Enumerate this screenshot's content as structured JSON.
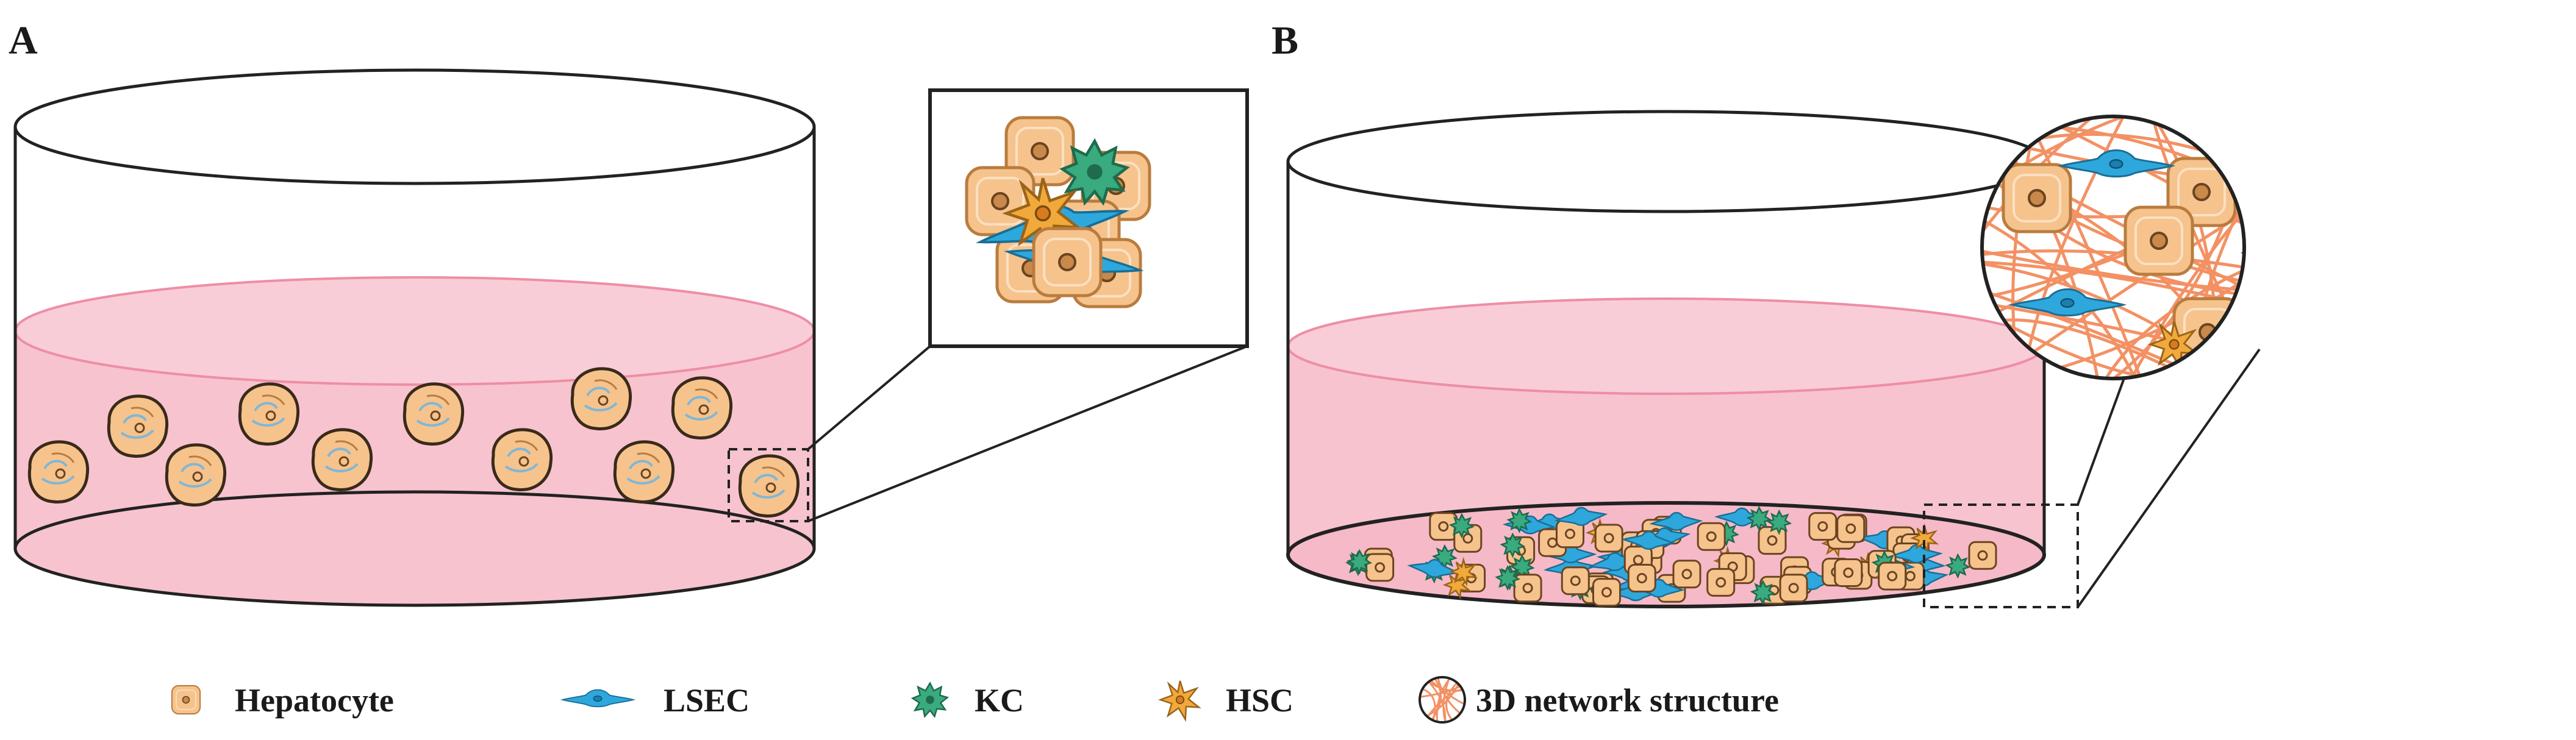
{
  "panels": {
    "a_label": "A",
    "b_label": "B"
  },
  "legend": {
    "items": [
      {
        "label": "Hepatocyte",
        "icon": "hepatocyte-icon"
      },
      {
        "label": "LSEC",
        "icon": "lsec-icon"
      },
      {
        "label": "KC",
        "icon": "kc-icon"
      },
      {
        "label": "HSC",
        "icon": "hsc-icon"
      },
      {
        "label": "3D network structure",
        "icon": "network-icon"
      }
    ]
  },
  "colors": {
    "medium": "#f7c3cf",
    "medium_edge": "#ee8ea5",
    "hepatocyte_fill": "#f6c38d",
    "hepatocyte_edge": "#b97c3e",
    "nucleus": "#c8894a",
    "lsec": "#2ea8dc",
    "kc": "#3aaa7f",
    "hsc": "#f2a93b",
    "network": "#f39164"
  }
}
